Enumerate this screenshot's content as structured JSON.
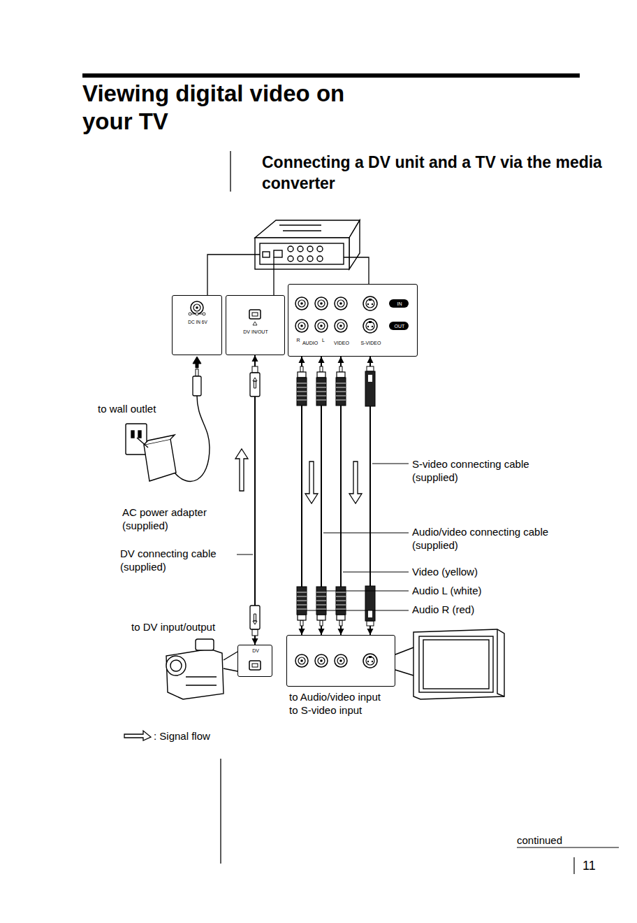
{
  "diagram": {
    "title": "Viewing digital video on your TV",
    "nodes": [
      {
        "text": [
          "DC IN 6V"
        ]
      },
      {
        "text": [
          "DV IN/OUT"
        ]
      },
      {
        "text": [
          "IN",
          "OUT",
          "R",
          "AUDIO",
          "L",
          "VIDEO",
          "S-VIDEO"
        ]
      },
      {
        "text": [
          "DV"
        ]
      },
      {
        "text": [
          "to Audio/video input",
          "to S-video input"
        ]
      }
    ],
    "edges": [
      {
        "from": 3,
        "to": 1,
        "arrow": "both"
      },
      {
        "from": 2,
        "to": 4,
        "arrow": "both"
      },
      {
        "from": 2,
        "to": 4,
        "arrow": "both"
      },
      {
        "from": 2,
        "to": 4,
        "arrow": "both"
      },
      {
        "from": 2,
        "to": 4,
        "arrow": "both"
      }
    ],
    "labels": [
      "Connecting a DV unit and a TV via the media converter",
      "to wall outlet",
      "AC power adapter (supplied)",
      "DV connecting cable (supplied)",
      "to DV input/output",
      "S-video connecting cable (supplied)",
      "Audio/video connecting cable (supplied)",
      "Video (yellow)",
      "Audio L (white)",
      "Audio R (red)",
      "continued",
      "11"
    ],
    "legend": [
      {
        "text": ": Signal flow"
      }
    ]
  }
}
